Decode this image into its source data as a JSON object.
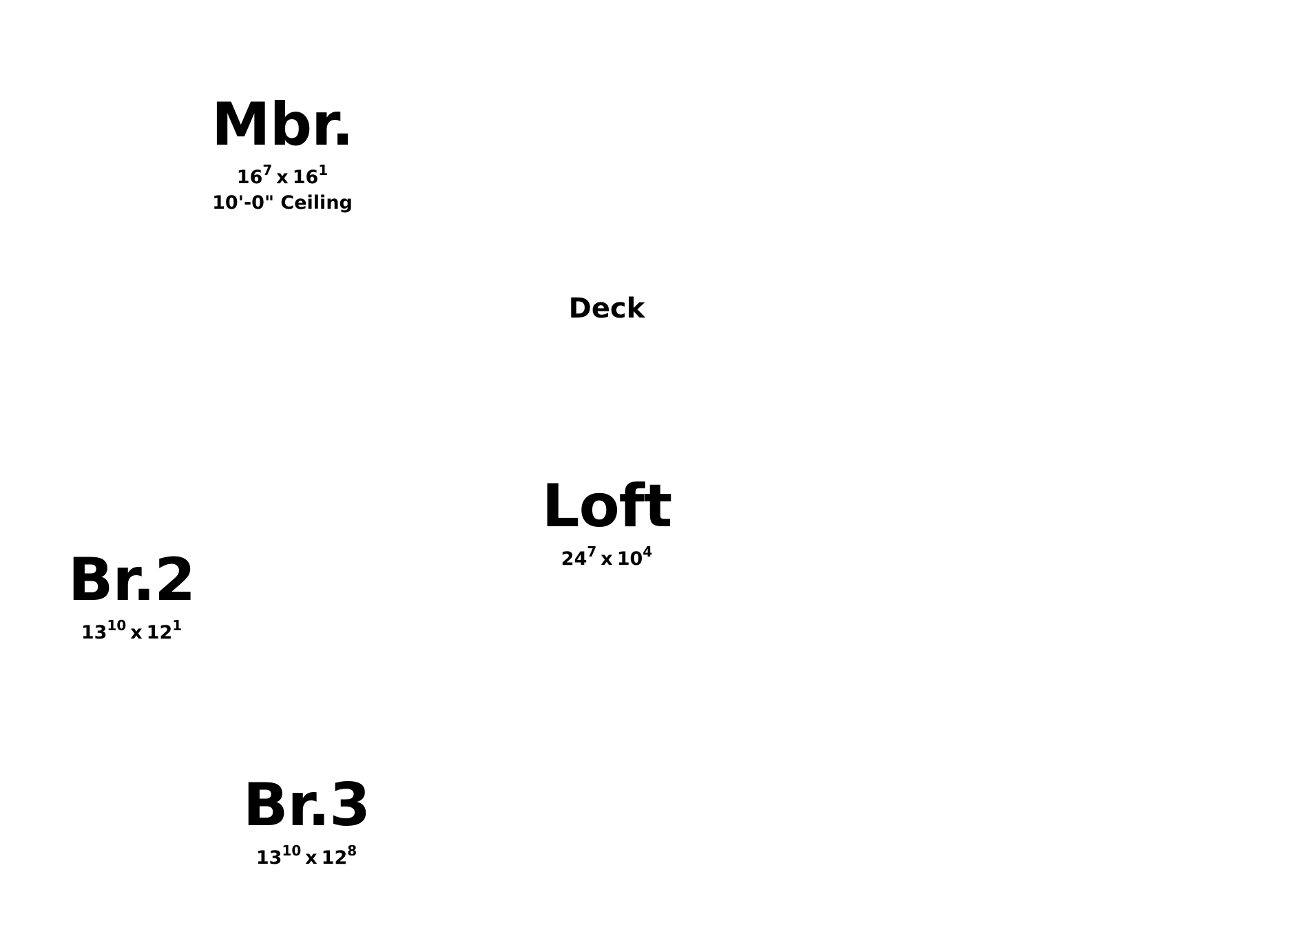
{
  "rooms": {
    "mbr": {
      "name": "Mbr.",
      "width_ft": "16",
      "width_in": "7",
      "length_ft": "16",
      "length_in": "1",
      "separator": "x",
      "note": "10'-0\" Ceiling"
    },
    "deck": {
      "name": "Deck"
    },
    "loft": {
      "name": "Loft",
      "width_ft": "24",
      "width_in": "7",
      "length_ft": "10",
      "length_in": "4",
      "separator": "x"
    },
    "br2": {
      "name": "Br.2",
      "width_ft": "13",
      "width_in": "10",
      "length_ft": "12",
      "length_in": "1",
      "separator": "x"
    },
    "br3": {
      "name": "Br.3",
      "width_ft": "13",
      "width_in": "10",
      "length_ft": "12",
      "length_in": "8",
      "separator": "x"
    }
  }
}
